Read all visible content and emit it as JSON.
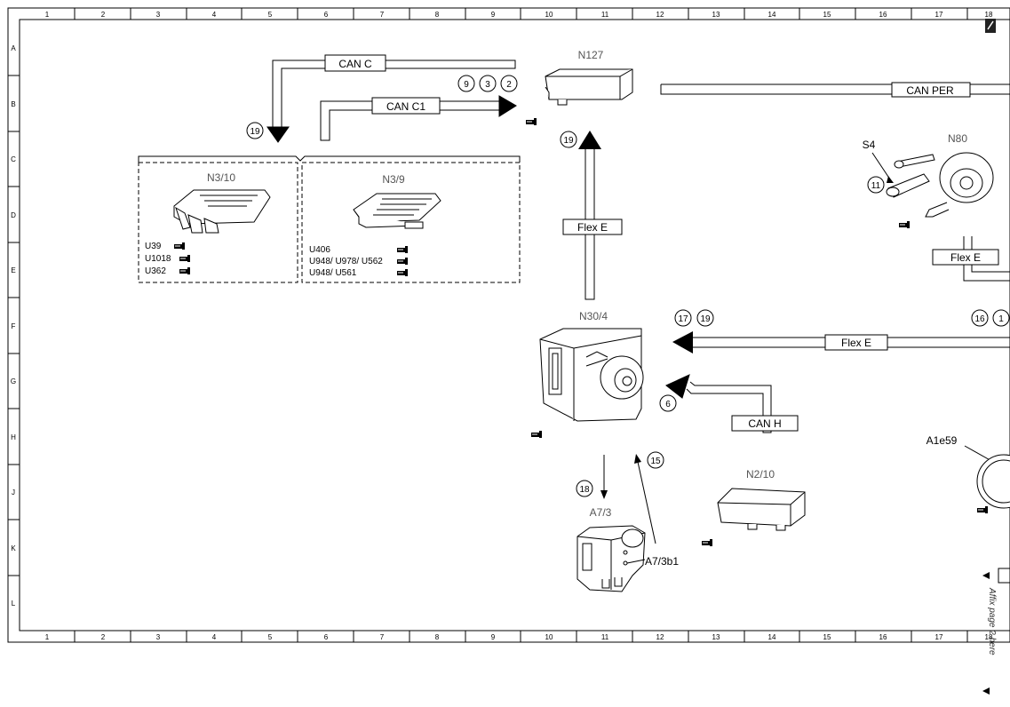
{
  "grid": {
    "columns": [
      "1",
      "2",
      "3",
      "4",
      "5",
      "6",
      "7",
      "8",
      "9",
      "10",
      "11",
      "12",
      "13",
      "14",
      "15",
      "16",
      "17",
      "18"
    ],
    "rows": [
      "A",
      "B",
      "C",
      "D",
      "E",
      "F",
      "G",
      "H",
      "J",
      "K",
      "L"
    ]
  },
  "components": {
    "n127": "N127",
    "n3_10": "N3/10",
    "n3_9": "N3/9",
    "n80": "N80",
    "s4": "S4",
    "n30_4": "N30/4",
    "n2_10": "N2/10",
    "a7_3": "A7/3",
    "a7_3b1": "A7/3b1",
    "a1e59": "A1e59"
  },
  "buses": {
    "can_c": "CAN C",
    "can_c1": "CAN C1",
    "can_per": "CAN PER",
    "flex_e_vertical": "Flex E",
    "flex_e_right": "Flex E",
    "flex_e_horizontal": "Flex E",
    "can_h": "CAN H"
  },
  "circled_numbers": {
    "top_group": [
      "9",
      "3",
      "2"
    ],
    "can_c_arrow": "19",
    "flex_e_arrow": "19",
    "s4_ref": "11",
    "n30_4_left": [
      "17",
      "19"
    ],
    "right_edge": [
      "16",
      "1"
    ],
    "can_h_arrow": "6",
    "a7_3_down": "18",
    "a7_3_up": "15"
  },
  "n3_10_refs": [
    "U39",
    "U1018",
    "U362"
  ],
  "n3_9_refs": [
    "U406",
    "U948/ U978/ U562",
    "U948/ U561"
  ],
  "affix_note": "Affix page 2 here",
  "colors": {
    "line": "#000000",
    "component_label": "#555555",
    "component_fill": "#ffffff"
  },
  "icons": [
    "hand-pointer-icon",
    "zoom-icon"
  ]
}
